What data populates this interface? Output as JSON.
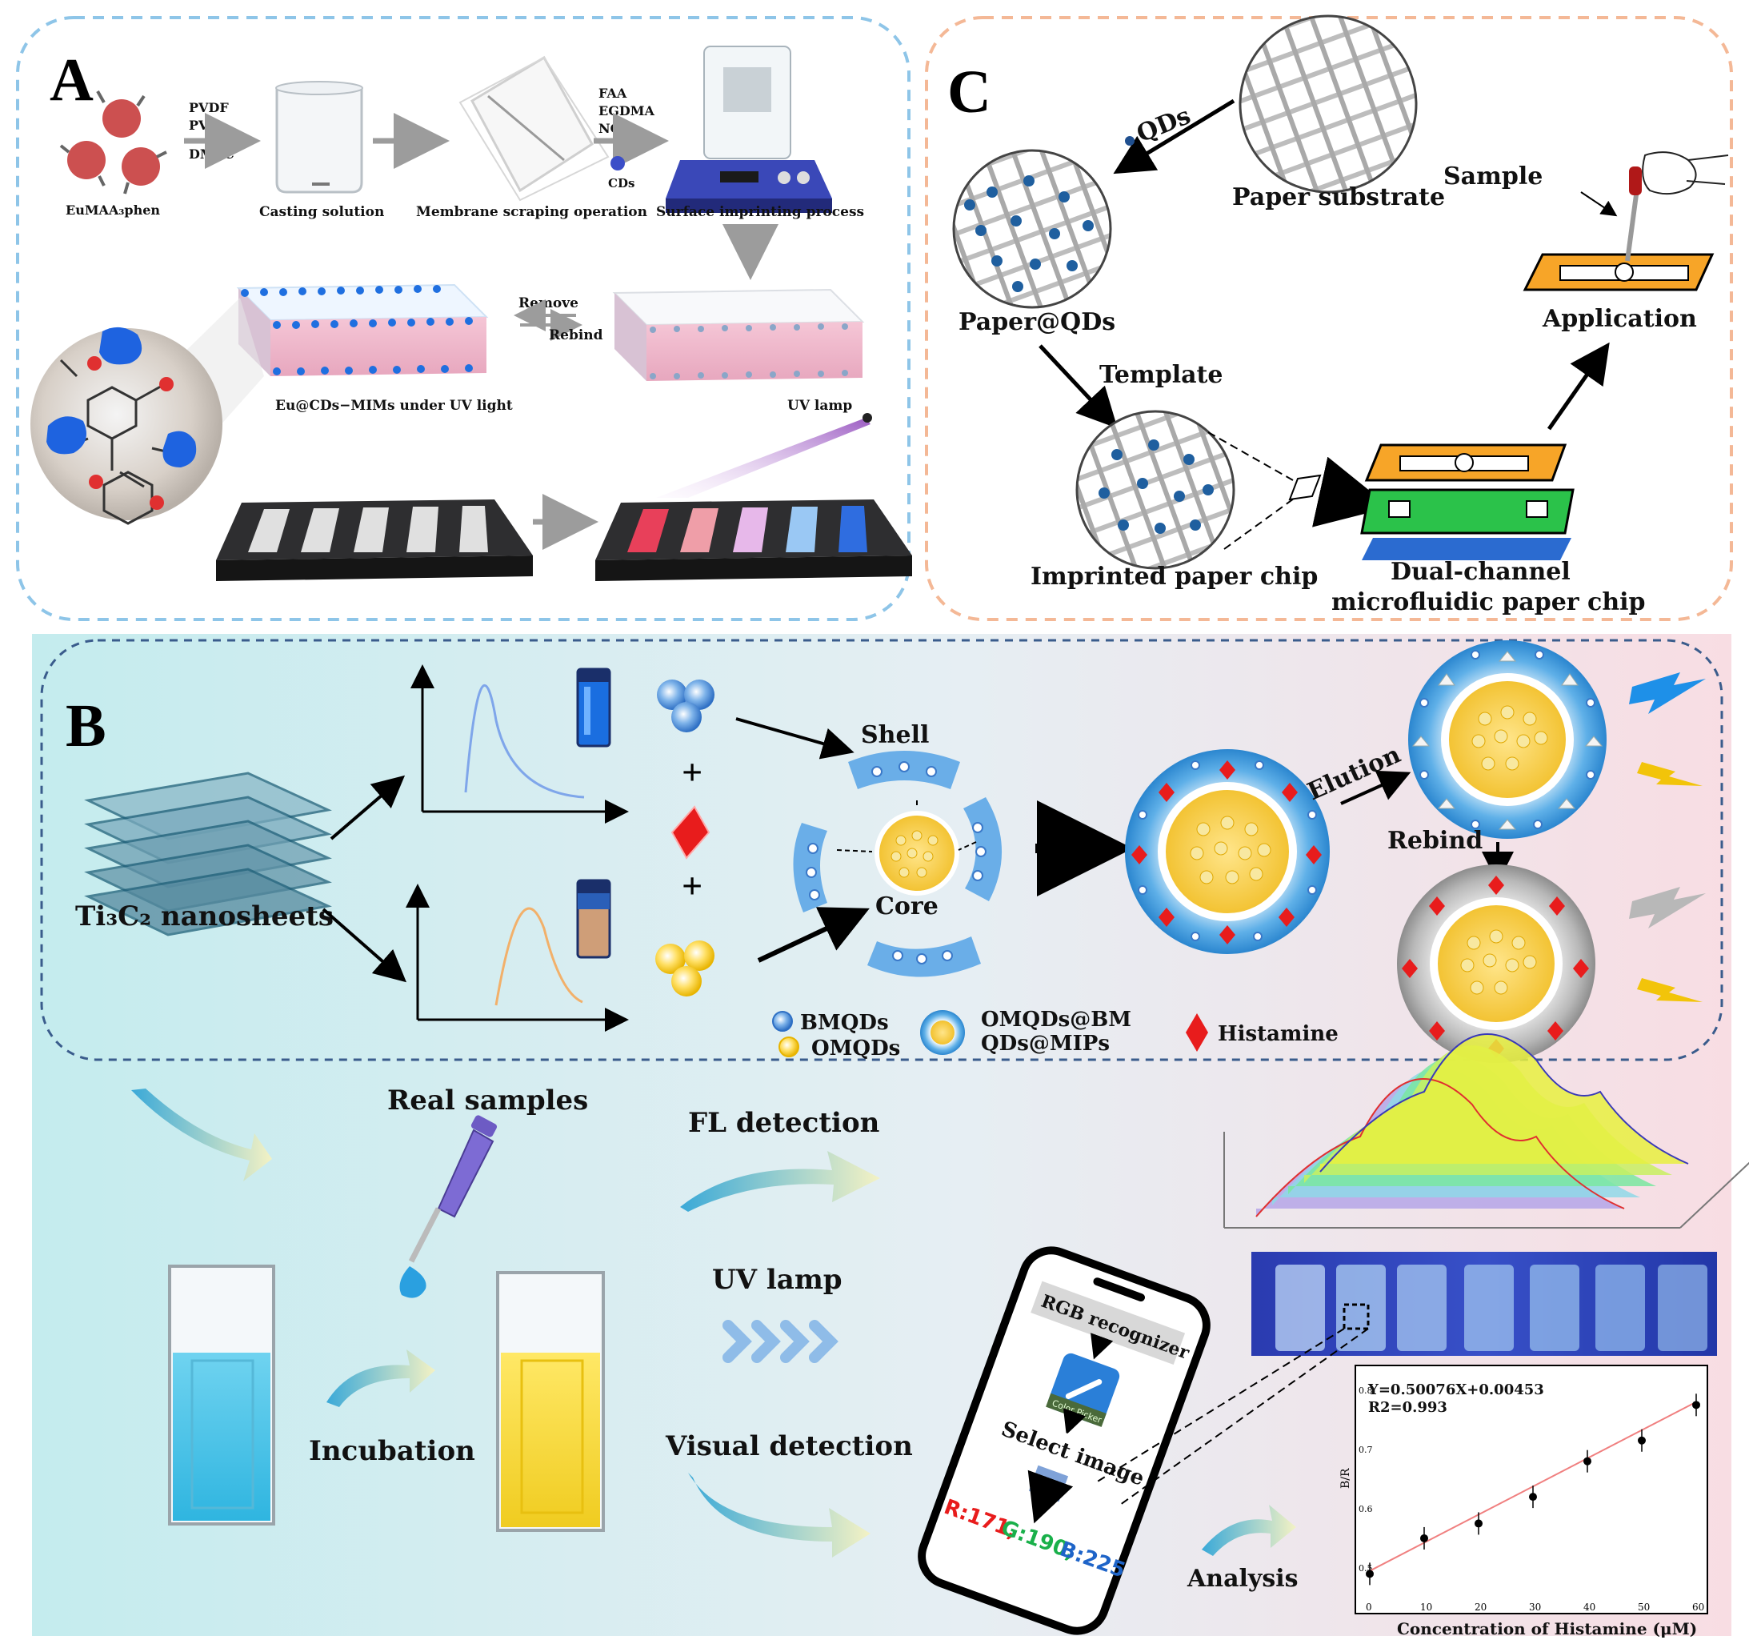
{
  "panels": {
    "A": {
      "letter": "A",
      "reagents_1": [
        "PVDF",
        "PVP",
        "DMAC"
      ],
      "reagents_2": [
        "FAA",
        "EGDMA",
        "NOR"
      ],
      "cds": "CDs",
      "complex": "EuMAA₃phen",
      "steps": [
        "Casting solution",
        "Membrane scraping operation",
        "Surface imprinting process"
      ],
      "remove": "Remove",
      "rebind": "Rebind",
      "membrane_caption": "Eu@CDs−MIMs under UV light",
      "uv_lamp": "UV lamp",
      "accent": "#8ec5e8"
    },
    "B": {
      "letter": "B",
      "nanosheets": "Ti₃C₂ nanosheets",
      "shell": "Shell",
      "core": "Core",
      "elution": "Elution",
      "rebind": "Rebind",
      "legend": {
        "bmqds": "BMQDs",
        "omqds": "OMQDs",
        "composite_1": "OMQDs@BM",
        "composite_2": "QDs@MIPs",
        "histamine": "Histamine"
      },
      "workflow": {
        "real_samples": "Real samples",
        "incubation": "Incubation",
        "fl_detection": "FL detection",
        "uv_lamp": "UV lamp",
        "visual_detection": "Visual detection",
        "analysis": "Analysis",
        "rgb_recognizer": "RGB recognizer",
        "select_image": "Select image",
        "color_picker": "Color Picker",
        "rgb_r": "R:171,",
        "rgb_g": "G:190,",
        "rgb_b": "B:225"
      },
      "accent": "#3a5c8c"
    },
    "C": {
      "letter": "C",
      "qds": "QDs",
      "paper_substrate": "Paper substrate",
      "paper_qds": "Paper@QDs",
      "template": "Template",
      "imprinted_chip": "Imprinted paper chip",
      "dual_channel_1": "Dual-channel",
      "dual_channel_2": "microfluidic paper chip",
      "sample": "Sample",
      "application": "Application",
      "accent": "#f4b896"
    }
  },
  "chart_data": {
    "type": "scatter",
    "equation": "Y=0.50076X+0.00453",
    "r2": "R2=0.993",
    "xlabel": "Concentration of Histamine (μM)",
    "ylabel": "B/R",
    "x_ticks": [
      "0",
      "10",
      "20",
      "30",
      "40",
      "50",
      "60"
    ],
    "y_ticks": [
      "0.5",
      "0.6",
      "0.7",
      "0.8"
    ],
    "xlim": [
      0,
      60
    ],
    "ylim": [
      0.45,
      0.82
    ],
    "x": [
      0,
      10,
      20,
      30,
      40,
      50,
      60
    ],
    "y": [
      0.49,
      0.55,
      0.575,
      0.62,
      0.68,
      0.715,
      0.775
    ],
    "fit": [
      [
        0,
        0.495
      ],
      [
        60,
        0.78
      ]
    ]
  }
}
